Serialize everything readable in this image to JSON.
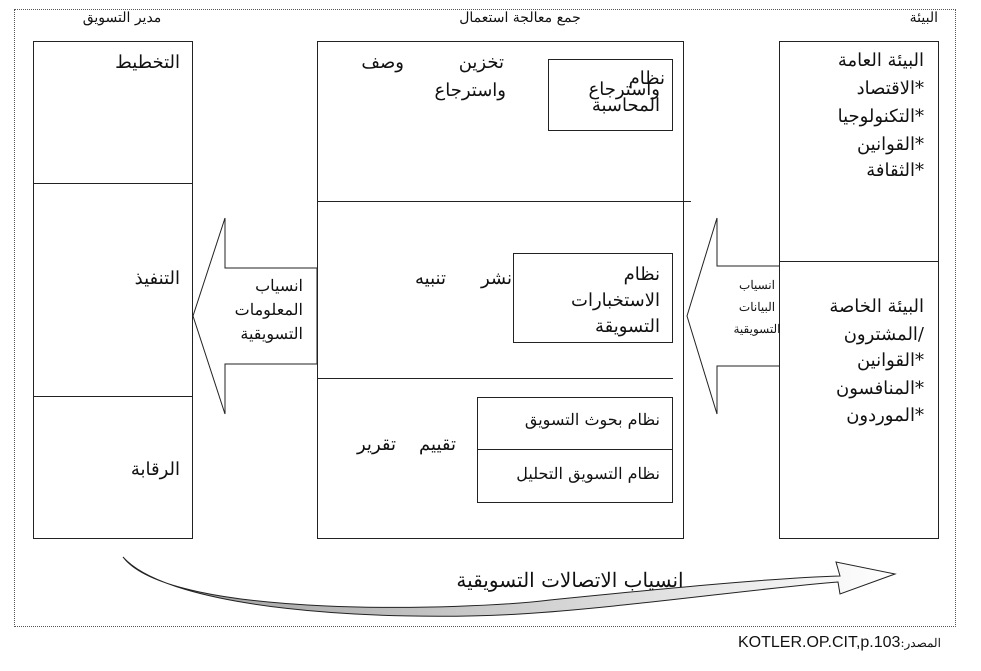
{
  "titles": {
    "marketing_manager": "مدير التسويق",
    "processing": "جمع معالجة استعمال",
    "environment": "البيئة"
  },
  "left_column": {
    "planning": "التخطيط",
    "execution": "التنفيذ",
    "control": "الرقابة"
  },
  "middle_column": {
    "top_words": [
      "تخزين",
      "وصف",
      "واسترجاع"
    ],
    "top_box": [
      "نظام",
      "واسترجاع",
      "المحاسبة"
    ],
    "middle_words": [
      "نشر",
      "تنبيه"
    ],
    "middle_box": [
      "نظام",
      "الاستخبارات",
      "التسويقة"
    ],
    "bottom_words": [
      "تقييم",
      "تقرير"
    ],
    "research_box": "نظام بحوث التسويق",
    "analysis_box": "نظام التسويق التحليل"
  },
  "left_arrow": [
    "انسياب",
    "المعلومات",
    "التسويقية"
  ],
  "right_arrow": [
    "انسياب",
    "البيانات",
    "التسويقية"
  ],
  "right_column": {
    "general_env": [
      "البيئة العامة",
      "*الاقتصاد",
      "*التكنولوجيا",
      "*القوانين",
      "*الثقافة"
    ],
    "specific_env": [
      "البيئة الخاصة",
      "/المشترون",
      "*القوانين",
      "*المنافسون",
      "*الموردون"
    ]
  },
  "bottom_flow": "انسياب الاتصالات التسويقية",
  "source": {
    "label": "المصدر:",
    "citation": "KOTLER.OP.CIT,p.103"
  }
}
